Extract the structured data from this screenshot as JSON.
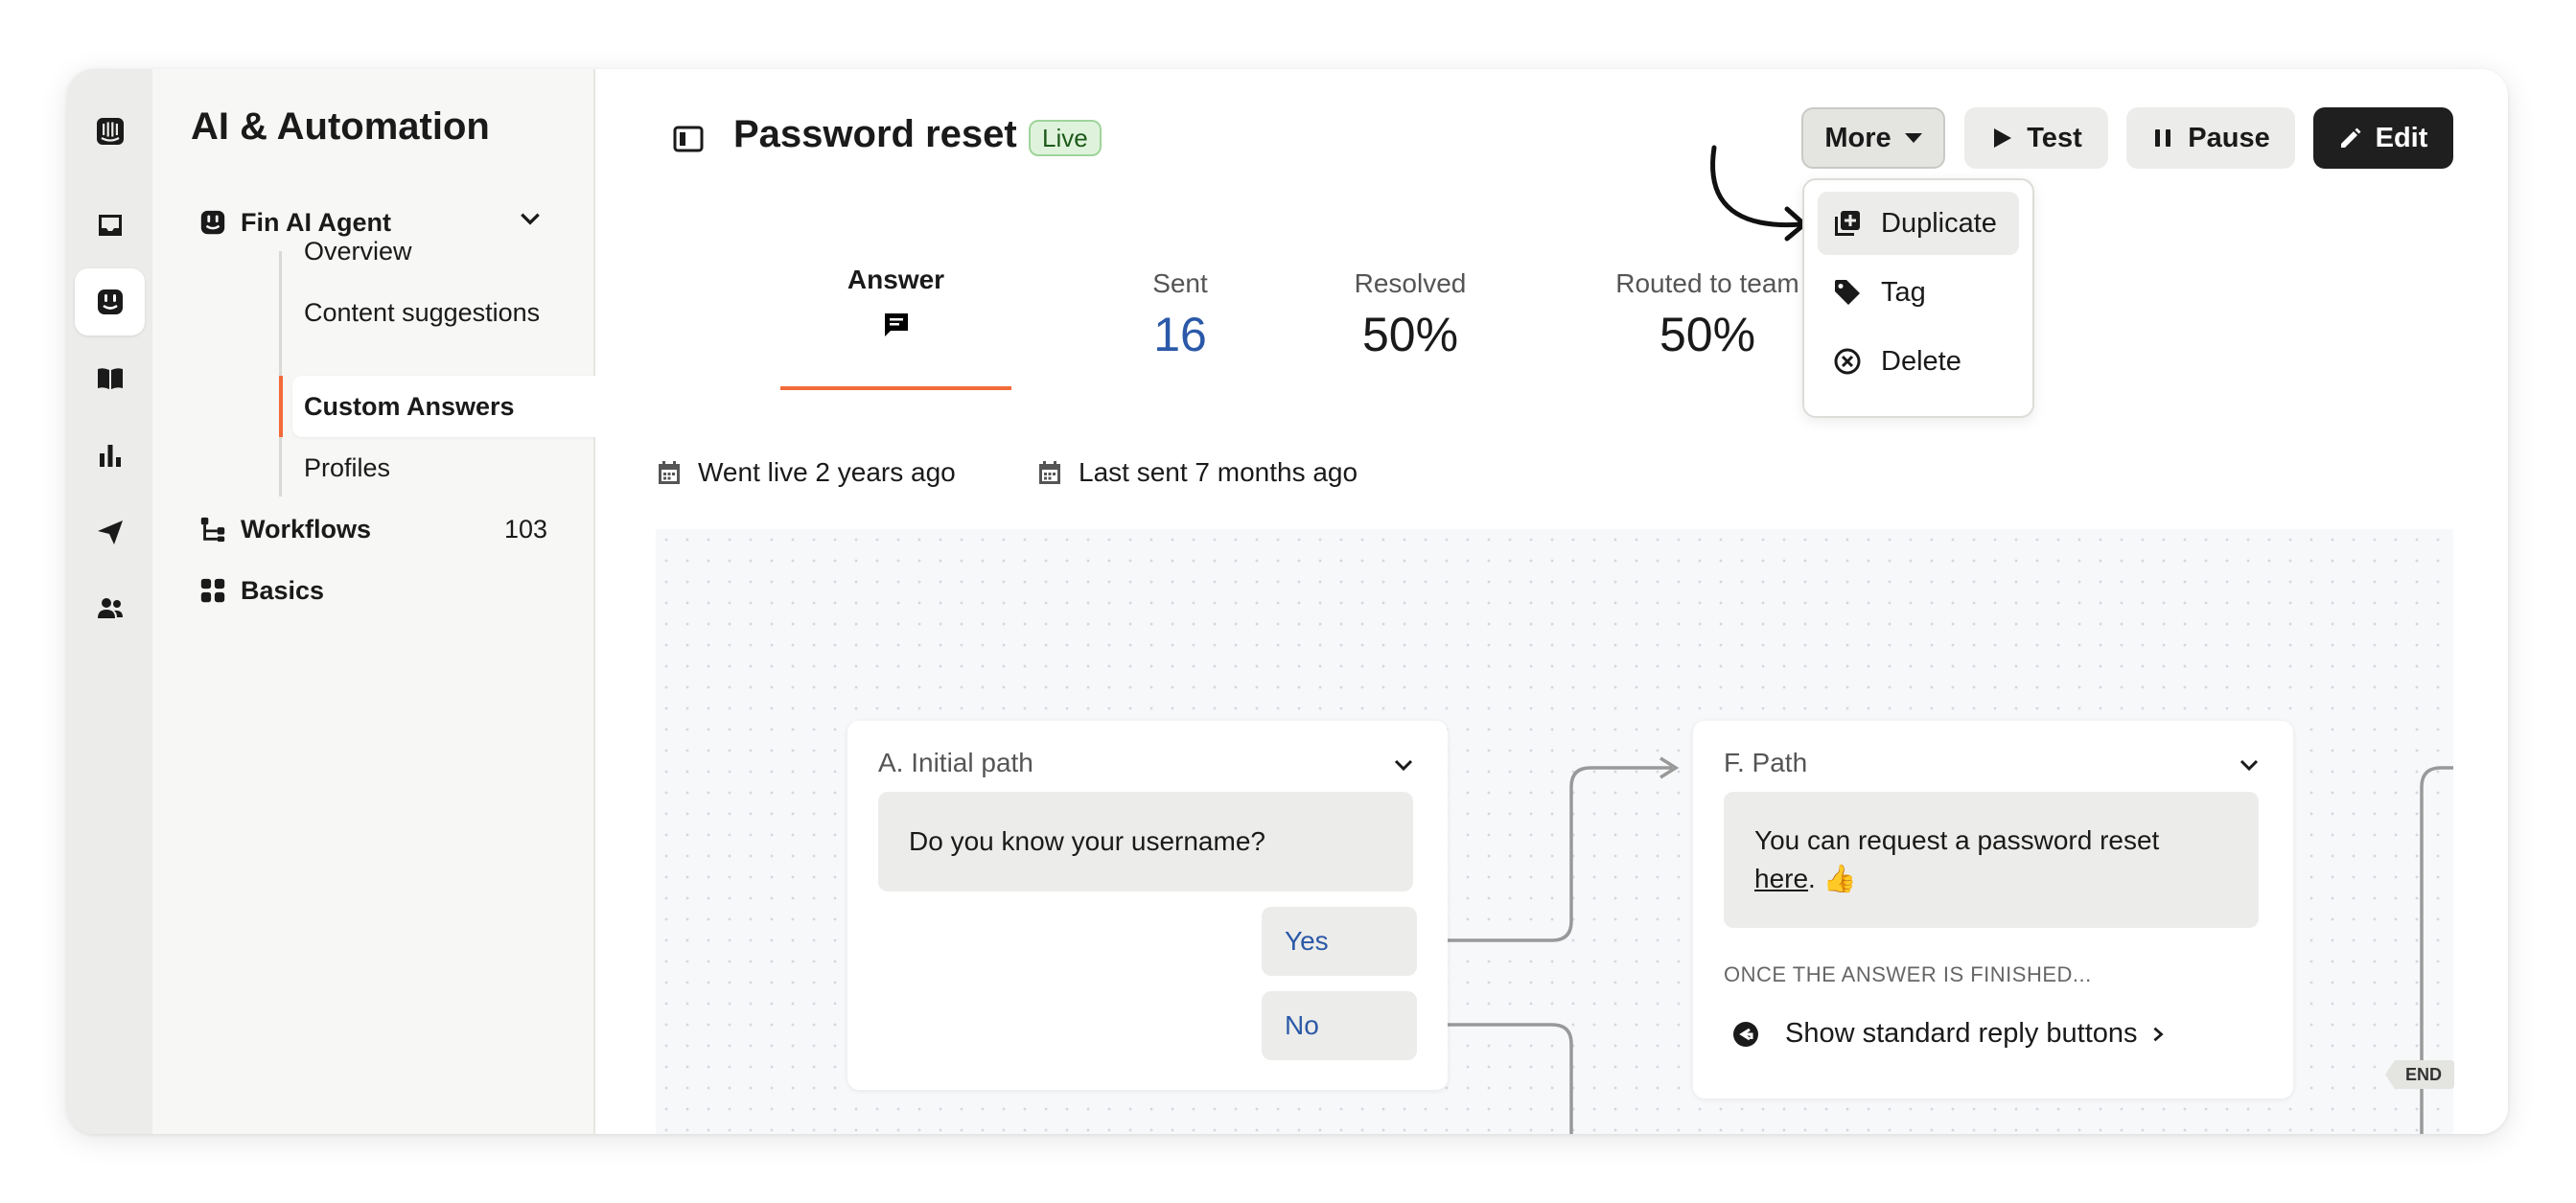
{
  "sidebar": {
    "title": "AI & Automation",
    "fin_agent": "Fin AI Agent",
    "sub_items": [
      "Overview",
      "Content suggestions",
      "Custom Answers",
      "Profiles"
    ],
    "workflows": "Workflows",
    "workflows_count": "103",
    "basics": "Basics"
  },
  "header": {
    "title": "Password reset",
    "status": "Live",
    "more_label": "More",
    "test_label": "Test",
    "pause_label": "Pause",
    "edit_label": "Edit"
  },
  "more_menu": {
    "items": [
      "Duplicate",
      "Tag",
      "Delete"
    ]
  },
  "stats": {
    "answer_label": "Answer",
    "sent_label": "Sent",
    "sent_value": "16",
    "resolved_label": "Resolved",
    "resolved_value": "50%",
    "routed_label": "Routed to team",
    "routed_value": "50%"
  },
  "meta": {
    "went_live": "Went live 2 years ago",
    "last_sent": "Last sent 7 months ago"
  },
  "flow": {
    "card_a": {
      "title": "A. Initial path",
      "question": "Do you know your username?",
      "yes": "Yes",
      "no": "No"
    },
    "card_f": {
      "title": "F. Path",
      "message_line1": "You can request a password reset",
      "message_link": "here",
      "message_tail": ". 👍",
      "once_label": "ONCE THE ANSWER IS FINISHED...",
      "reply_buttons": "Show standard reply buttons"
    },
    "end_label": "END"
  },
  "colors": {
    "accent": "#f26b3a",
    "link_blue": "#2b59a8",
    "live_green": "#dff3dc"
  }
}
